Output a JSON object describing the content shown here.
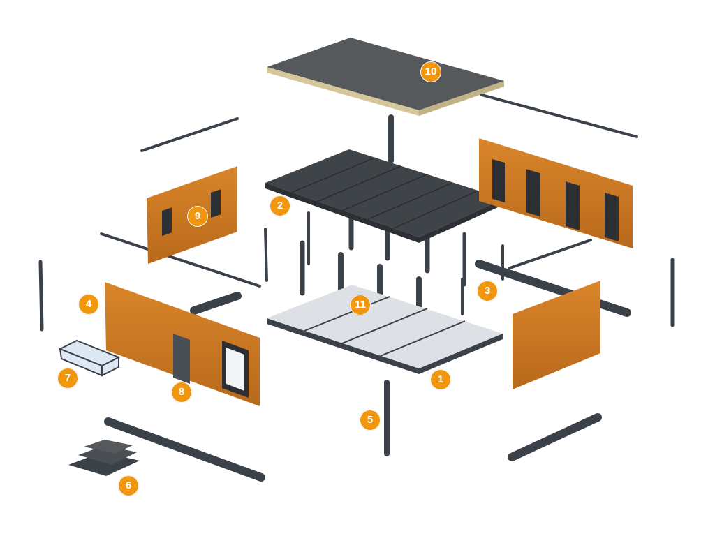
{
  "title": "Modular house exploded view",
  "colors": {
    "badge": "#F0960F",
    "wood": "#C8741F",
    "dark": "#3b4148",
    "floor": "#d9dde2"
  },
  "labels": [
    {
      "id": "badge-1",
      "text": "1"
    },
    {
      "id": "badge-2",
      "text": "2"
    },
    {
      "id": "badge-3",
      "text": "3"
    },
    {
      "id": "badge-4",
      "text": "4"
    },
    {
      "id": "badge-5",
      "text": "5"
    },
    {
      "id": "badge-6",
      "text": "6"
    },
    {
      "id": "badge-7",
      "text": "7"
    },
    {
      "id": "badge-8",
      "text": "8"
    },
    {
      "id": "badge-9",
      "text": "9"
    },
    {
      "id": "badge-10",
      "text": "10"
    },
    {
      "id": "badge-11",
      "text": "11"
    }
  ]
}
